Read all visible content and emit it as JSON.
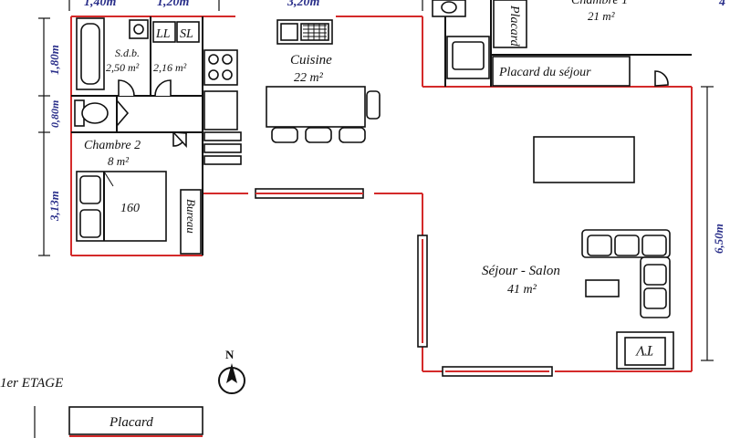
{
  "floor_label": "1er ETAGE",
  "compass": {
    "letter": "N"
  },
  "rooms": {
    "sdb": {
      "name": "S.d.b.",
      "area": "2,50 m²"
    },
    "wc": {
      "area": "2,16 m²"
    },
    "laundry": {
      "ll": "LL",
      "sl": "SL"
    },
    "cuisine": {
      "name": "Cuisine",
      "area": "22 m²"
    },
    "chambre1": {
      "name": "Chambre 1",
      "area": "21 m²"
    },
    "chambre2": {
      "name": "Chambre 2",
      "area": "8 m²"
    },
    "sejour": {
      "name": "Séjour - Salon",
      "area": "41 m²"
    },
    "placard_sejour": "Placard du séjour",
    "placard_top": "Placard",
    "placard_bottom": "Placard",
    "bureau": "Bureau",
    "bed": "160",
    "tv": "TV"
  },
  "dimensions": {
    "top_a": "1,40m",
    "top_b": "1,20m",
    "top_c": "3,20m",
    "top_right": "4",
    "left_a": "1,80m",
    "left_b": "0,80m",
    "left_c": "3,13m",
    "right_a": "6,50m"
  },
  "colors": {
    "exterior_wall": "#d42a2a",
    "dimension_text": "#2a2f8a"
  }
}
